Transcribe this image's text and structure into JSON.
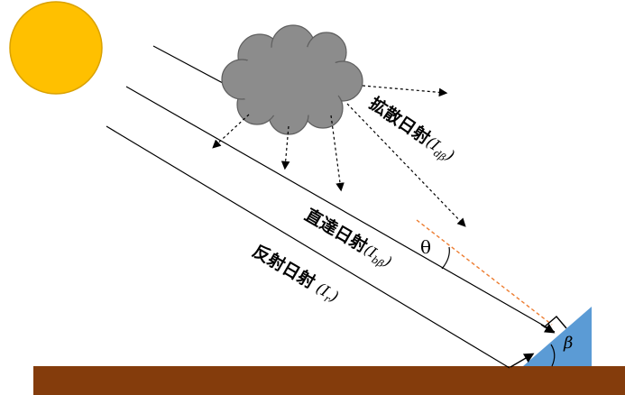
{
  "labels": {
    "diffuse": "拡散日射",
    "diffuse_symbol": "(I",
    "diffuse_sub": "dβ",
    "direct": "直達日射",
    "direct_symbol": "(I",
    "direct_sub": "bβ",
    "reflected": "反射日射",
    "reflected_symbol": "(I",
    "reflected_sub": "r",
    "close_paren": ")",
    "theta": "θ",
    "beta": "β"
  },
  "colors": {
    "sun": "#FFC000",
    "sun_stroke": "#D9A100",
    "cloud": "#8c8c8c",
    "cloud_stroke": "#5f5f5f",
    "ground": "#843C0C",
    "panel": "#5B9BD5",
    "normal_line": "#ED7D31",
    "rays": "#000000"
  }
}
